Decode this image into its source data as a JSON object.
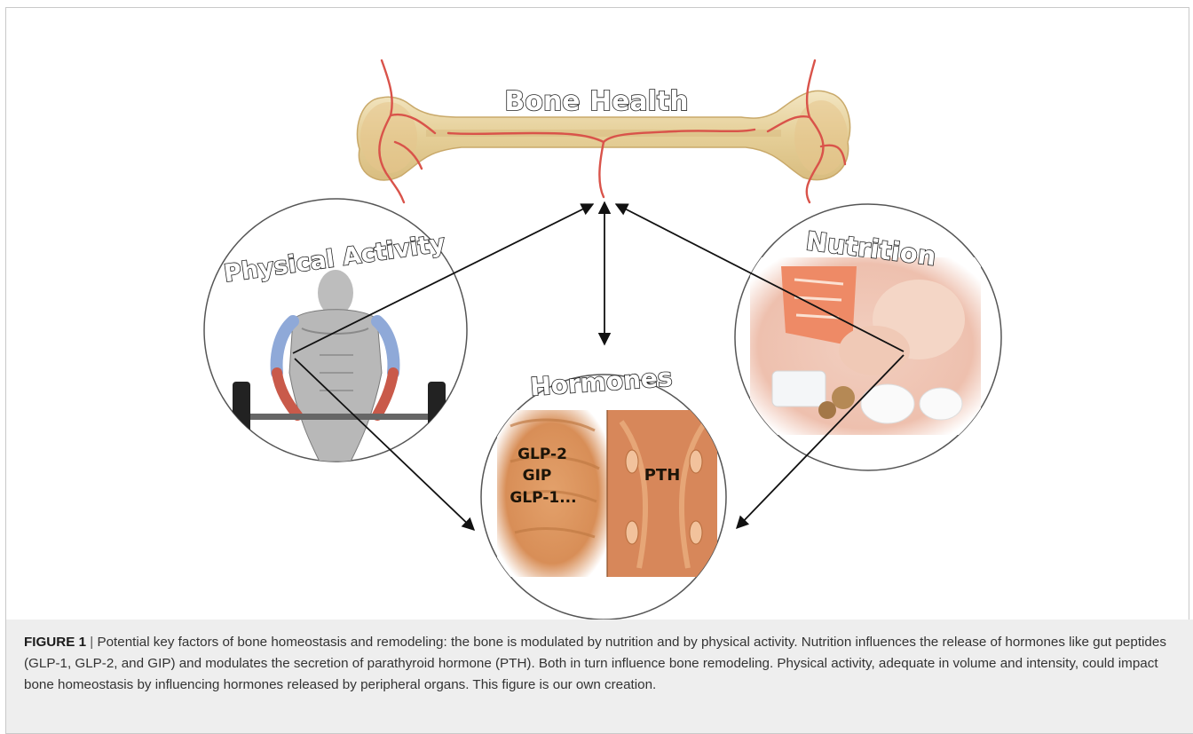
{
  "diagram": {
    "bone_label": "Bone Health",
    "physical_activity_label": "Physical Activity",
    "nutrition_label": "Nutrition",
    "hormones_label": "Hormones",
    "gut_hormones": [
      "GLP-2",
      "GIP",
      "GLP-1..."
    ],
    "parathyroid_hormone": "PTH"
  },
  "caption": {
    "label": "FIGURE 1",
    "separator": "|",
    "text": "Potential key factors of bone homeostasis and remodeling: the bone is modulated by nutrition and by physical activity. Nutrition influences the release of hormones like gut peptides (GLP-1, GLP-2, and GIP) and modulates the secretion of parathyroid hormone (PTH). Both in turn influence bone remodeling. Physical activity, adequate in volume and intensity, could impact bone homeostasis by influencing hormones released by peripheral organs. This figure is our own creation."
  },
  "colors": {
    "bone": "#ecd9a8",
    "bone_vessel": "#d9534a",
    "arrow": "#111111",
    "gut_tissue": "#d8935e",
    "muscle": "#b3b3b3"
  }
}
